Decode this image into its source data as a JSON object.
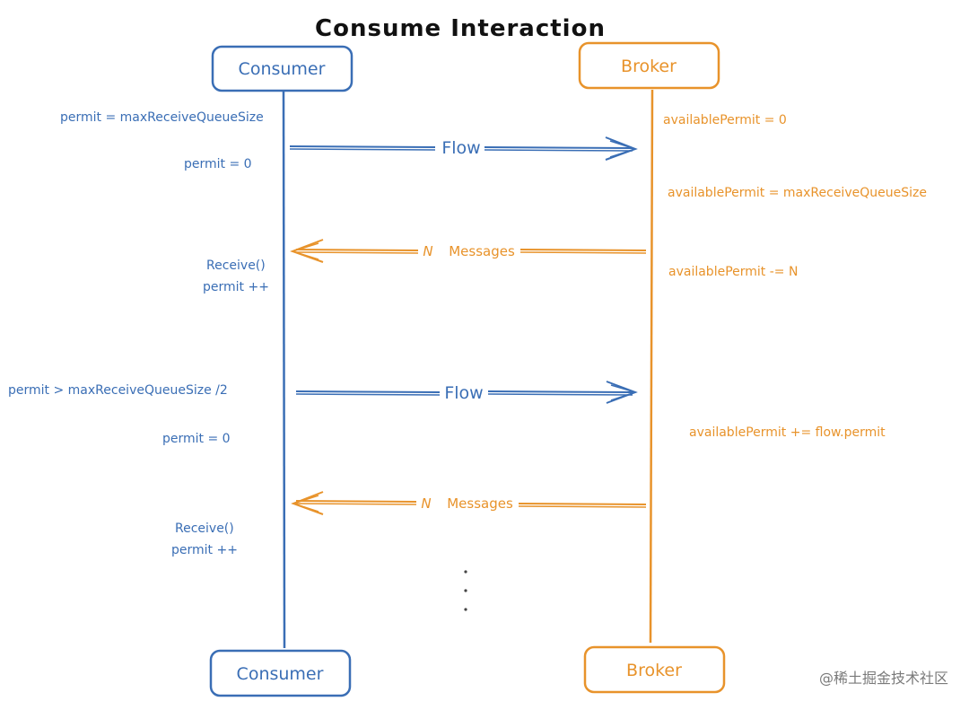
{
  "diagram": {
    "title": "Consume Interaction",
    "colors": {
      "consumer": "#3a6eb5",
      "broker": "#e8932b",
      "title": "#111111",
      "watermark": "#7a7a7a",
      "dots": "#444444"
    },
    "actors": {
      "consumer": "Consumer",
      "broker": "Broker"
    },
    "messages": {
      "flow1": "Flow",
      "messages1_n": "N",
      "messages1_label": "Messages",
      "flow2": "Flow",
      "messages2_n": "N",
      "messages2_label": "Messages"
    },
    "consumer_notes": {
      "n1": "permit = maxReceiveQueueSize",
      "n2": "permit = 0",
      "n3": "Receive()",
      "n4": "permit ++",
      "n5": "permit > maxReceiveQueueSize /2",
      "n6": "permit = 0",
      "n7": "Receive()",
      "n8": "permit ++"
    },
    "broker_notes": {
      "b1": "availablePermit = 0",
      "b2": "availablePermit = maxReceiveQueueSize",
      "b3": "availablePermit -= N",
      "b4": "availablePermit += flow.permit"
    },
    "watermark": "@稀土掘金技术社区"
  }
}
